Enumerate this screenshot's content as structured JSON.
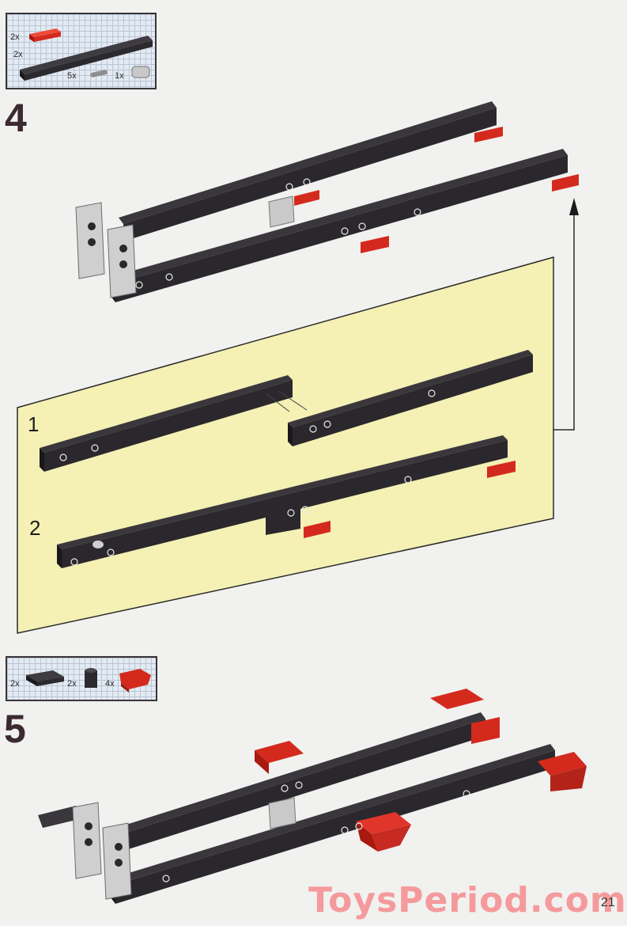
{
  "page": {
    "background_color": "#f1f1ef",
    "panel_color": "#f5f0b4",
    "page_number": "21",
    "watermark": "ToysPeriod.com"
  },
  "steps": [
    {
      "number": "4",
      "parts": [
        {
          "qty": "2x",
          "part": "red-plate-1x4-icon",
          "color": "#d42a1e"
        },
        {
          "qty": "2x",
          "part": "black-technic-beam-1x16-icon",
          "color": "#2c2a2e"
        },
        {
          "qty": "5x",
          "part": "technic-pin-icon",
          "color": "#9a9a9a"
        },
        {
          "qty": "1x",
          "part": "gray-technic-connector-icon",
          "color": "#b8b8b8"
        }
      ],
      "sub_steps": [
        {
          "number": "1",
          "description": "join two black beams"
        },
        {
          "number": "2",
          "description": "beam with red plates"
        }
      ]
    },
    {
      "number": "5",
      "parts": [
        {
          "qty": "2x",
          "part": "black-plate-2x3-icon",
          "color": "#2c2a2e"
        },
        {
          "qty": "2x",
          "part": "black-brick-1x1-icon",
          "color": "#2c2a2e"
        },
        {
          "qty": "4x",
          "part": "red-slope-brick-icon",
          "color": "#d42a1e"
        }
      ]
    }
  ]
}
